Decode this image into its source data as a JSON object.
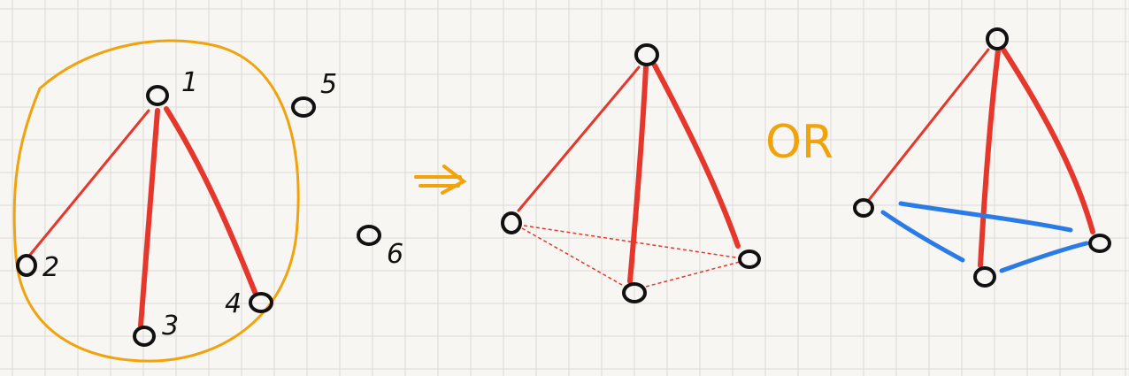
{
  "labels": {
    "n1": "1",
    "n2": "2",
    "n3": "3",
    "n4": "4",
    "n5": "5",
    "n6": "6",
    "or": "OR"
  },
  "colors": {
    "paper": "#f7f6f3",
    "grid": "#dcdad6",
    "ink": "#111111",
    "red": "#e5372b",
    "blue": "#2b7be6",
    "orange": "#f2a20a"
  }
}
